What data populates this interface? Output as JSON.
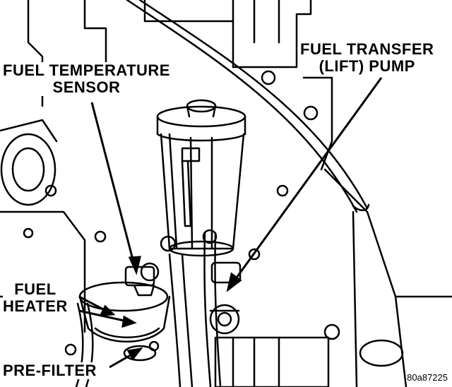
{
  "labels": {
    "fuel_temperature_sensor": {
      "line1": "FUEL TEMPERATURE",
      "line2": "SENSOR"
    },
    "fuel_transfer_pump": {
      "line1": "FUEL TRANSFER",
      "line2": "(LIFT) PUMP"
    },
    "fuel_heater": {
      "line1": "FUEL",
      "line2": "HEATER"
    },
    "pre_filter": "PRE-FILTER"
  },
  "figure_id": "80a87225",
  "colors": {
    "ink": "#000000",
    "paper": "#ffffff"
  }
}
